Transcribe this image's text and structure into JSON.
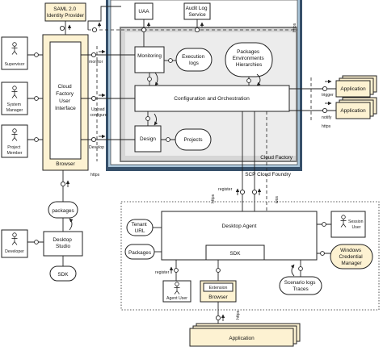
{
  "nodes": {
    "saml": [
      "SAML 2.0",
      "Identity Provider"
    ],
    "uaa": "UAA",
    "audit": [
      "Audit Log",
      "Service"
    ],
    "cf_ui": [
      "Cloud",
      "Factory",
      "User",
      "Interface"
    ],
    "browser": "Browser",
    "monitoring": "Monitoring",
    "execution_logs": [
      "Execution",
      "logs"
    ],
    "packages_env": [
      "Packages",
      "Environments",
      "Hierarchies"
    ],
    "config_orch": "Configuration and Orchestration",
    "design": "Design",
    "projects": "Projects",
    "cloud_factory": "Cloud Factory",
    "scp": "SCP Cloud Foundry",
    "app1": "Application",
    "app2": "Application",
    "packages": "packages",
    "desktop_studio": [
      "Desktop",
      "Studio"
    ],
    "sdk_left": "SDK",
    "desktop_agent": "Desktop Agent",
    "sdk_agent": "SDK",
    "tenant_url": [
      "Tenant",
      "URL"
    ],
    "packages_agent": "Packages",
    "session_user": [
      "Session",
      "User"
    ],
    "windows_cm": [
      "Windows",
      "Credential",
      "Manager"
    ],
    "scenario_logs": [
      "Scenario logs",
      "Traces"
    ],
    "agent_user": "Agent User",
    "extension_browser": [
      "Extension",
      "Browser"
    ],
    "application_bottom": "Application"
  },
  "actors": {
    "supervisor": [
      "Supervisor"
    ],
    "system_manager": [
      "System",
      "Manager"
    ],
    "project_member": [
      "Project",
      "Member"
    ],
    "developer": [
      "Developer"
    ]
  },
  "edge_labels": {
    "https": "https",
    "monitor": "monitor",
    "upload_configure": [
      "Upload",
      "configure"
    ],
    "develop": "Develop",
    "trigger": "trigger",
    "notify": "notify",
    "register": "register",
    "wss": "wss"
  }
}
